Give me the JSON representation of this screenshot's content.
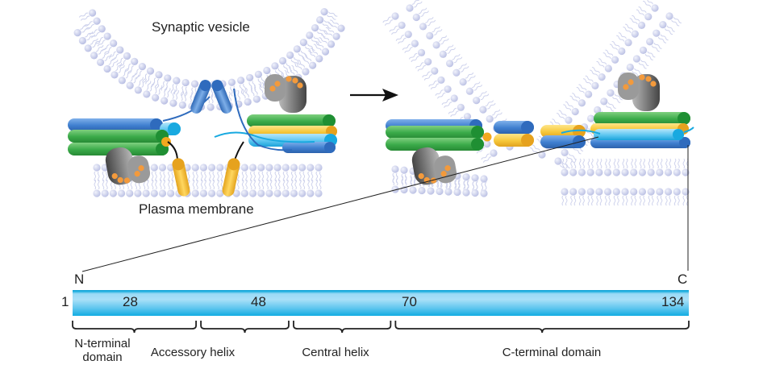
{
  "figure": {
    "top_labels": {
      "vesicle": "Synaptic vesicle",
      "plasma_membrane": "Plasma membrane"
    },
    "transition_arrow": "right-arrow",
    "colors": {
      "membrane_head": "#b9bfe6",
      "membrane_tail": "#c6cbe8",
      "synaptobrevin_blue": "#3f7fcf",
      "syntaxin_yellow": "#f6c83a",
      "snap25_green": "#3aaa49",
      "complexin_cyan": "#29b7ea",
      "synaptotagmin_gray": "#6b6b6b",
      "calcium_orange": "#f08a2a",
      "bar_fill": "#5ec5ee"
    },
    "domain_map": {
      "n_label": "N",
      "c_label": "C",
      "residue_labels": [
        "1",
        "28",
        "48",
        "70",
        "134"
      ],
      "domains": [
        {
          "name": "N-terminal domain",
          "line1": "N-terminal",
          "line2": "domain",
          "start": 1,
          "end": 28
        },
        {
          "name": "Accessory helix",
          "line1": "Accessory helix",
          "line2": "",
          "start": 28,
          "end": 48
        },
        {
          "name": "Central helix",
          "line1": "Central helix",
          "line2": "",
          "start": 48,
          "end": 70
        },
        {
          "name": "C-terminal domain",
          "line1": "C-terminal domain",
          "line2": "",
          "start": 70,
          "end": 134
        }
      ]
    }
  }
}
